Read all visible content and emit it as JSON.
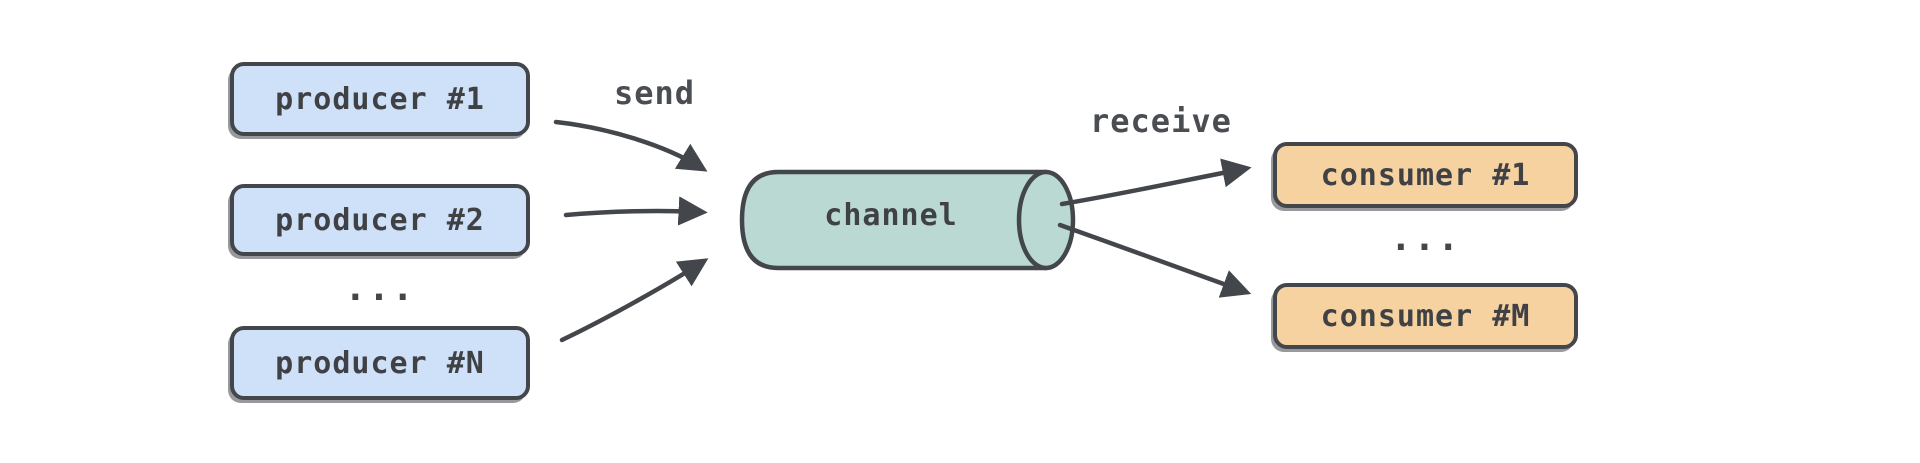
{
  "diagram": {
    "title": "producers-channel-consumers diagram",
    "producers": [
      {
        "label": "producer #1"
      },
      {
        "label": "producer #2"
      },
      {
        "label": "producer #N"
      }
    ],
    "producers_ellipsis": "...",
    "channel": {
      "label": "channel"
    },
    "edges": {
      "send_label": "send",
      "receive_label": "receive"
    },
    "consumers": [
      {
        "label": "consumer #1"
      },
      {
        "label": "consumer #M"
      }
    ],
    "consumers_ellipsis": "...",
    "colors": {
      "producer_fill": "#cfe1f8",
      "consumer_fill": "#f6d2a0",
      "channel_fill": "#b9d9d2",
      "stroke": "#43464a",
      "text": "#3f4145",
      "arrow": "#43464a",
      "background": "#ffffff"
    }
  }
}
